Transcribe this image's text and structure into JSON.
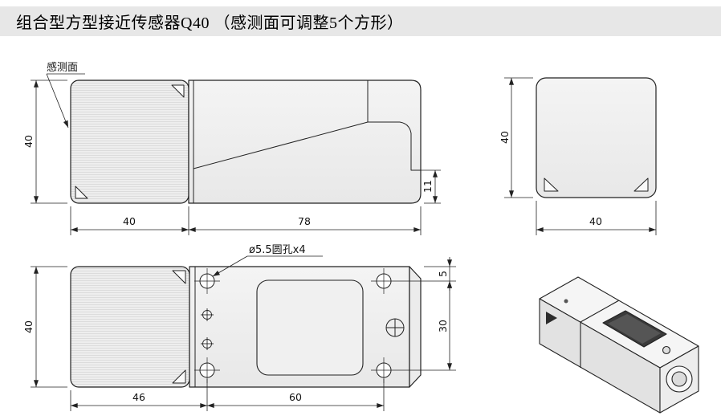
{
  "header": {
    "title": "组合型方型接近传感器Q40 （感测面可调整5个方形）"
  },
  "colors": {
    "header_bg": "#e7e7e7",
    "drawing_line": "#222222",
    "body_fill": "#f0f0f0",
    "label_dark": "#333333"
  },
  "side_view": {
    "sensing_face_label": "感测面",
    "dim_height": "40",
    "dim_head_width": "40",
    "dim_body_length": "78",
    "dim_step_height": "11"
  },
  "front_view": {
    "dim_height": "40",
    "dim_width": "40"
  },
  "top_view": {
    "hole_label": "ø5.5圆孔x4",
    "dim_height": "40",
    "dim_head_offset": "46",
    "dim_hole_span": "60",
    "dim_top_to_hole": "5",
    "dim_hole_pitch": "30"
  }
}
